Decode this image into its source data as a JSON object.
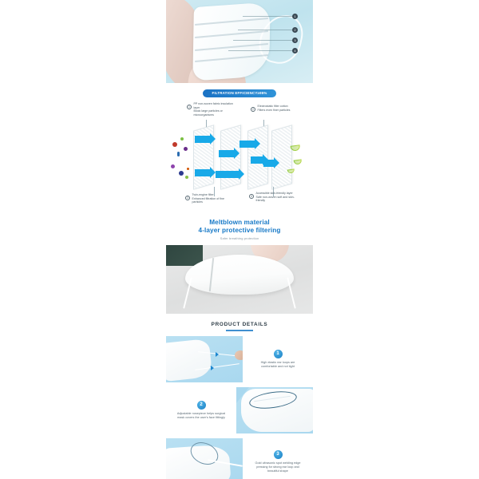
{
  "hero": {
    "alt": "hand-peeling-mask-layers-photo",
    "callouts": [
      "1",
      "2",
      "3",
      "4"
    ]
  },
  "filtration": {
    "badge": "FILTRATION EFFICIENCY≥95%",
    "callouts": [
      {
        "num": "1",
        "title": "PP non-woven fabric insulation layer",
        "desc": "Block large particles or microorganisms"
      },
      {
        "num": "2",
        "title": "Electrostatic filter cotton",
        "desc": "Filters even finer particles"
      },
      {
        "num": "3",
        "title": "Twin-engine filter",
        "desc": "Enhanced filtration of fine particles"
      },
      {
        "num": "4",
        "title": "Accessible skin-friendly layer",
        "desc": "Safe non-woven soft and skin-friendly"
      }
    ],
    "diagram_alt": "four-layer-filtration-diagram"
  },
  "headline": {
    "line1": "Meltblown material",
    "line2": "4-layer protective filtering",
    "sub": "Safer breathing protection"
  },
  "photo_grey": {
    "alt": "folded-mask-on-grey-background-photo"
  },
  "product_details": {
    "title": "PRODUCT DETAILS",
    "items": [
      {
        "num": "1",
        "text": "High elastic ear loops are comfortable and not tight",
        "photo_alt": "ear-loop-stretch-photo"
      },
      {
        "num": "2",
        "text": "Adjustable nosepiece helps surgical mask covers the user's face fittingly",
        "photo_alt": "nosepiece-closeup-photo"
      },
      {
        "num": "3",
        "text": "Gold ultrasonic spot welding edge pressing for strong ear loop and beautiful shape",
        "photo_alt": "ultrasonic-weld-closeup-photo"
      }
    ]
  },
  "colors": {
    "brand_blue": "#1779c7",
    "badge_blue": "#1b72c4",
    "arrow_blue": "#18a9e8",
    "leaf_green": "#8cc63f",
    "photo_bg_blue": "#b9e0f2",
    "text_grey": "#5b6b75"
  }
}
